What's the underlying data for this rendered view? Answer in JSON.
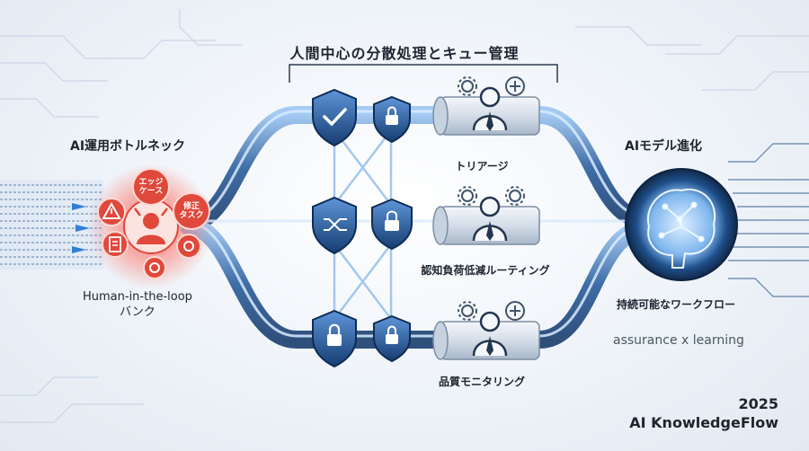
{
  "title": "人間中心の分散処理とキュー管理",
  "left": {
    "heading": "AI運用ボトルネック",
    "badges": [
      "エッジ\nケース",
      "修正\nタスク"
    ],
    "hitl_line1": "Human-in-the-loop",
    "hitl_line2": "バンク"
  },
  "lanes": [
    {
      "label": "トリアージ"
    },
    {
      "label": "認知負荷低減ルーティング"
    },
    {
      "label": "品質モニタリング"
    }
  ],
  "right": {
    "heading": "AIモデル進化",
    "caption": "持続可能なワークフロー",
    "tagline": "assurance x learning"
  },
  "footer": {
    "year": "2025",
    "brand": "AI KnowledgeFlow"
  },
  "colors": {
    "accent": "#2f7fd6",
    "alert": "#e0483b",
    "shield": "#1e4f8f",
    "flow": "#6ea8e8"
  },
  "icons": [
    "shield-check-icon",
    "lock-icon",
    "shuffle-icon",
    "person-icon",
    "gear-icon",
    "brain-icon",
    "warning-icon",
    "document-icon"
  ]
}
